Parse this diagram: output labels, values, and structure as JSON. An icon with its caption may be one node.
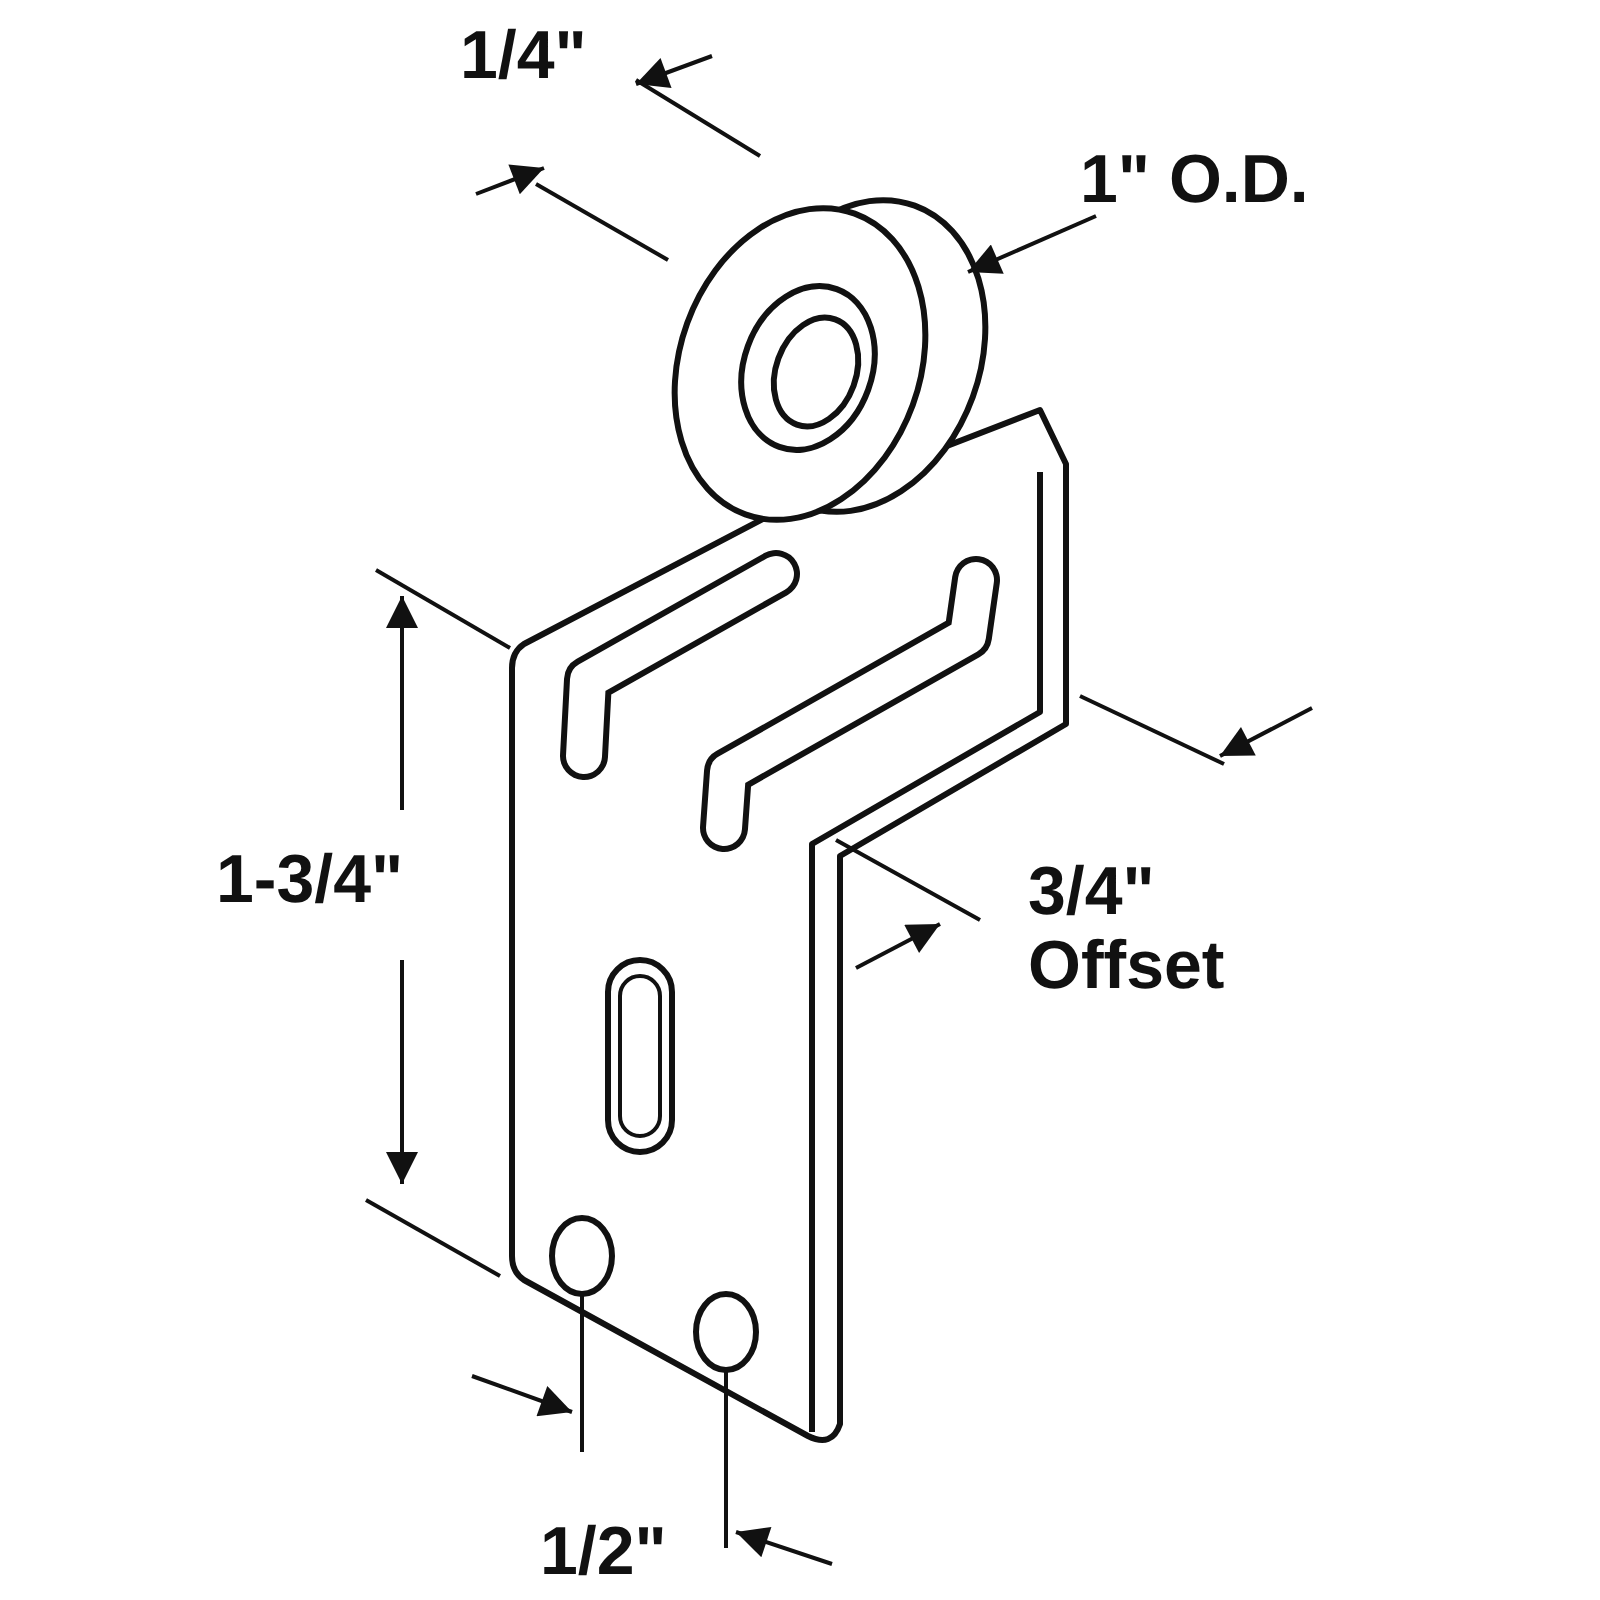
{
  "diagram": {
    "labels": [
      "1/4\"",
      "1\" O.D.",
      "1-3/4\"",
      "3/4\" Offset",
      "1/2\""
    ]
  }
}
